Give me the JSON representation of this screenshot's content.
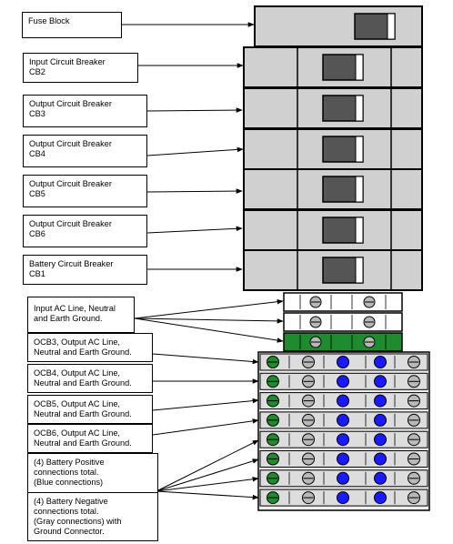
{
  "labels": {
    "fuse_block": "Fuse Block",
    "cb2": "Input Circuit Breaker\nCB2",
    "cb3": "Output Circuit Breaker\nCB3",
    "cb4": "Output Circuit Breaker\nCB4",
    "cb5": "Output Circuit Breaker\nCB5",
    "cb6": "Output Circuit Breaker\nCB6",
    "cb1": "Battery Circuit Breaker\nCB1",
    "input_ac": "Input AC Line, Neutral\nand Earth Ground.",
    "ocb3": "OCB3, Output AC Line,\nNeutral and Earth Ground.",
    "ocb4": "OCB4, Output AC Line,\nNeutral and Earth Ground.",
    "ocb5": "OCB5, Output AC Line,\nNeutral and Earth Ground.",
    "ocb6": "OCB6, Output AC Line,\nNeutral and Earth Ground.",
    "battery_positive": "(4) Battery Positive\nconnections total.\n(Blue connections)",
    "battery_negative": "(4) Battery Negative\nconnections total.\n(Gray connections) with\nGround Connector."
  },
  "colors": {
    "panel_gray": "#d0d0d0",
    "switch_dark": "#555555",
    "green": "#1e8c2e",
    "blue": "#1a1aff",
    "gray_screw": "#b8b8b8"
  },
  "terminal_rows_small": [
    "white-gray",
    "white-white",
    "green-green"
  ],
  "terminal_rows_large": 8
}
